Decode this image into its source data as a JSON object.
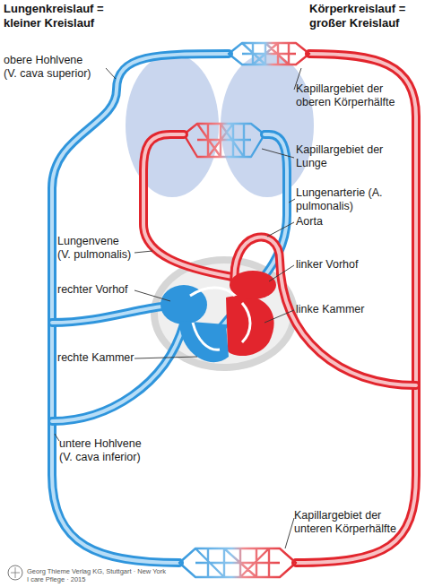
{
  "diagram": {
    "labels": [
      "Lungenkreislauf = kleiner Kreislauf",
      "Körperkreislauf = großer Kreislauf",
      "obere Hohlvene (V. cava superior)",
      "Kapillargebiet der oberen Körperhälfte",
      "Kapillargebiet der Lunge",
      "Lungenarterie (A. pulmonalis)",
      "Lungenvene (V. pulmonalis)",
      "Aorta",
      "linker Vorhof",
      "rechter Vorhof",
      "linke Kammer",
      "rechte Kammer",
      "untere Hohlvene (V. cava inferior)",
      "Kapillargebiet der unteren Körperhälfte",
      "Georg Thieme Verlag KG, Stuttgart · New York",
      "I care Pflege · 2015"
    ]
  }
}
